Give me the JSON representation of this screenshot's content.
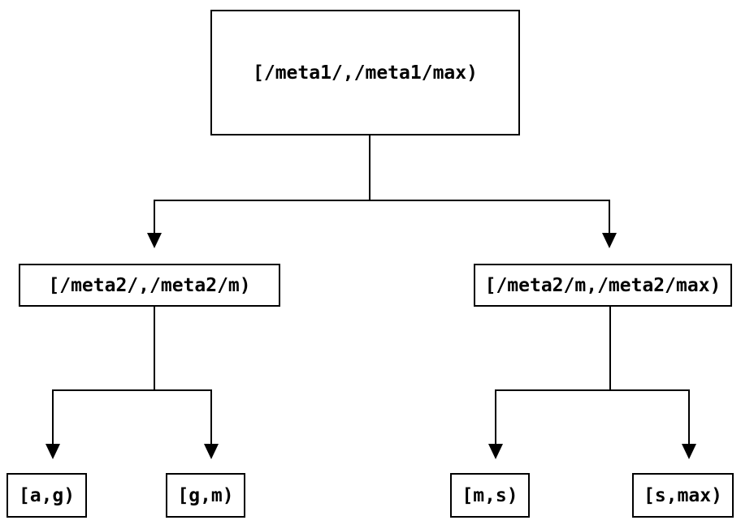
{
  "colors": {
    "background": "#ffffff",
    "line": "#000000",
    "node_border": "#000000",
    "text": "#000000"
  },
  "tree": {
    "root": {
      "label": "[/meta1/,/meta1/max)"
    },
    "children": [
      {
        "label": "[/meta2/,/meta2/m)",
        "children": [
          {
            "label": "[a,g)"
          },
          {
            "label": "[g,m)"
          }
        ]
      },
      {
        "label": "[/meta2/m,/meta2/max)",
        "children": [
          {
            "label": "[m,s)"
          },
          {
            "label": "[s,max)"
          }
        ]
      }
    ]
  }
}
